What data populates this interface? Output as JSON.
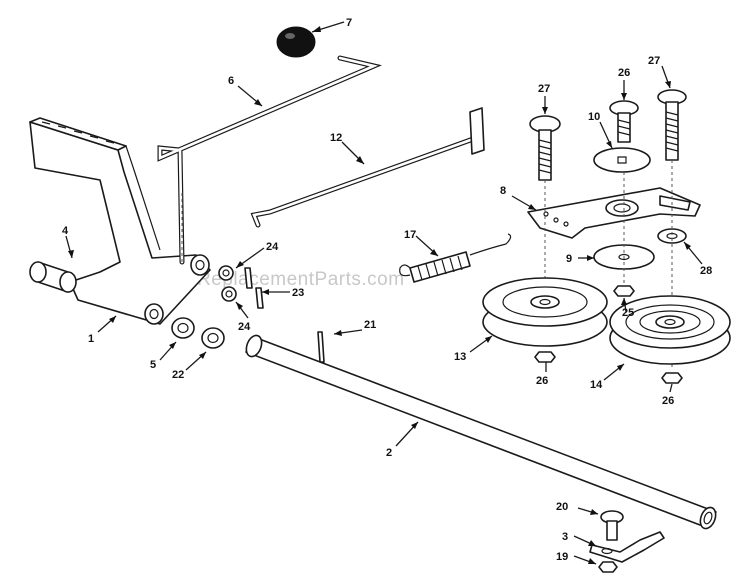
{
  "watermark": "eReplacementParts.com",
  "callouts": [
    {
      "id": "c1",
      "text": "1"
    },
    {
      "id": "c2",
      "text": "2"
    },
    {
      "id": "c3",
      "text": "3"
    },
    {
      "id": "c4",
      "text": "4"
    },
    {
      "id": "c5",
      "text": "5"
    },
    {
      "id": "c6",
      "text": "6"
    },
    {
      "id": "c7",
      "text": "7"
    },
    {
      "id": "c8",
      "text": "8"
    },
    {
      "id": "c9",
      "text": "9"
    },
    {
      "id": "c10",
      "text": "10"
    },
    {
      "id": "c12",
      "text": "12"
    },
    {
      "id": "c13",
      "text": "13"
    },
    {
      "id": "c14",
      "text": "14"
    },
    {
      "id": "c17",
      "text": "17"
    },
    {
      "id": "c19",
      "text": "19"
    },
    {
      "id": "c20",
      "text": "20"
    },
    {
      "id": "c21",
      "text": "21"
    },
    {
      "id": "c22",
      "text": "22"
    },
    {
      "id": "c23",
      "text": "23"
    },
    {
      "id": "c24a",
      "text": "24"
    },
    {
      "id": "c24b",
      "text": "24"
    },
    {
      "id": "c25",
      "text": "25"
    },
    {
      "id": "c26a",
      "text": "26"
    },
    {
      "id": "c26b",
      "text": "26"
    },
    {
      "id": "c26c",
      "text": "26"
    },
    {
      "id": "c27a",
      "text": "27"
    },
    {
      "id": "c27b",
      "text": "27"
    },
    {
      "id": "c28",
      "text": "28"
    }
  ]
}
